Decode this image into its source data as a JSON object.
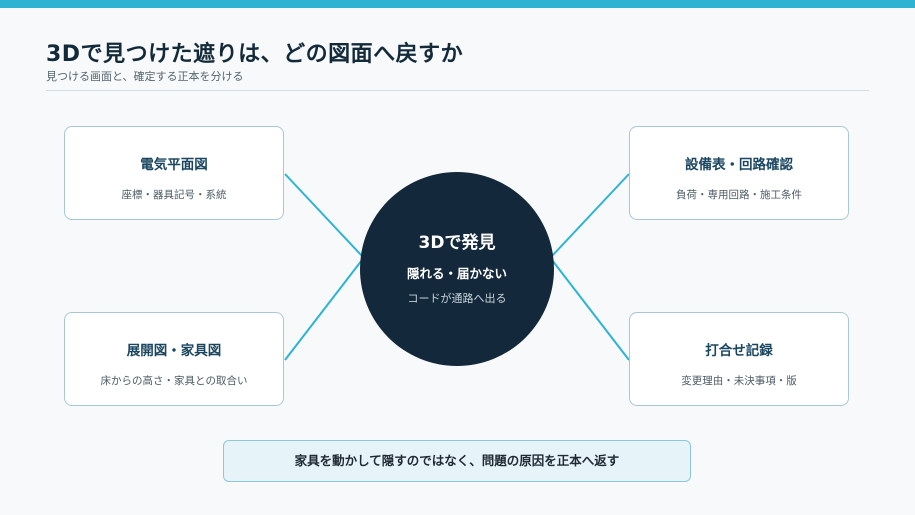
{
  "header": {
    "title": "3Dで見つけた遮りは、どの図面へ戻すか",
    "subtitle": "見つける画面と、確定する正本を分ける"
  },
  "hub": {
    "title": "3Dで発見",
    "line1": "隠れる・届かない",
    "line2": "コードが通路へ出る"
  },
  "boxes": [
    {
      "title": "電気平面図",
      "sub": "座標・器具記号・系統"
    },
    {
      "title": "設備表・回路確認",
      "sub": "負荷・専用回路・施工条件"
    },
    {
      "title": "展開図・家具図",
      "sub": "床からの高さ・家具との取合い"
    },
    {
      "title": "打合せ記録",
      "sub": "変更理由・未決事項・版"
    }
  ],
  "footer": {
    "text": "家具を動かして隠すのではなく、問題の原因を正本へ返す"
  },
  "colors": {
    "accent": "#2fb3d3",
    "hub": "#13283a",
    "box_border": "#a9c8d6",
    "footer_bg": "#e6f3f8"
  }
}
